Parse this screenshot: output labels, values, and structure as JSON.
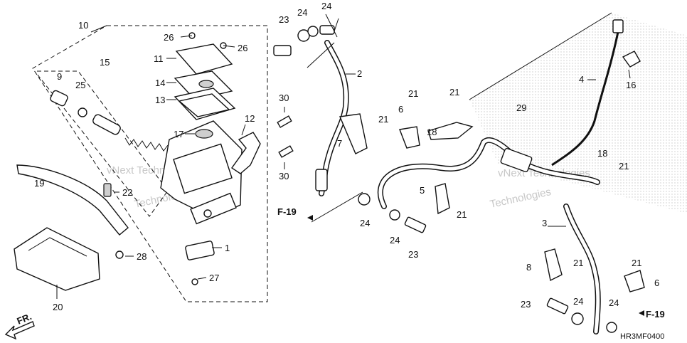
{
  "diagram": {
    "code": "HR3MF0400",
    "front_label": "FR.",
    "watermarks": [
      "vNext Technologies",
      "Technologies",
      "vNext Technologies",
      "Technologies"
    ],
    "refs": [
      "F-19",
      "F-19"
    ],
    "labels": {
      "p10": "10",
      "p26a": "26",
      "p26b": "26",
      "p11": "11",
      "p14": "14",
      "p13": "13",
      "p15": "15",
      "p9": "9",
      "p25": "25",
      "p17": "17",
      "p12": "12",
      "p30a": "30",
      "p30b": "30",
      "p19": "19",
      "p22": "22",
      "p28": "28",
      "p1": "1",
      "p27": "27",
      "p20": "20",
      "p23a": "23",
      "p24a": "24",
      "p24b": "24",
      "p2": "2",
      "p7": "7",
      "p21a": "21",
      "p6a": "6",
      "p21b": "21",
      "p21c": "21",
      "p18a": "18",
      "p29": "29",
      "p4": "4",
      "p16": "16",
      "p5": "5",
      "p21d": "21",
      "p24c": "24",
      "p24d": "24",
      "p23b": "23",
      "p18b": "18",
      "p21e": "21",
      "p3": "3",
      "p8": "8",
      "p21f": "21",
      "p21g": "21",
      "p6b": "6",
      "p23c": "23",
      "p24e": "24",
      "p24f": "24"
    }
  }
}
